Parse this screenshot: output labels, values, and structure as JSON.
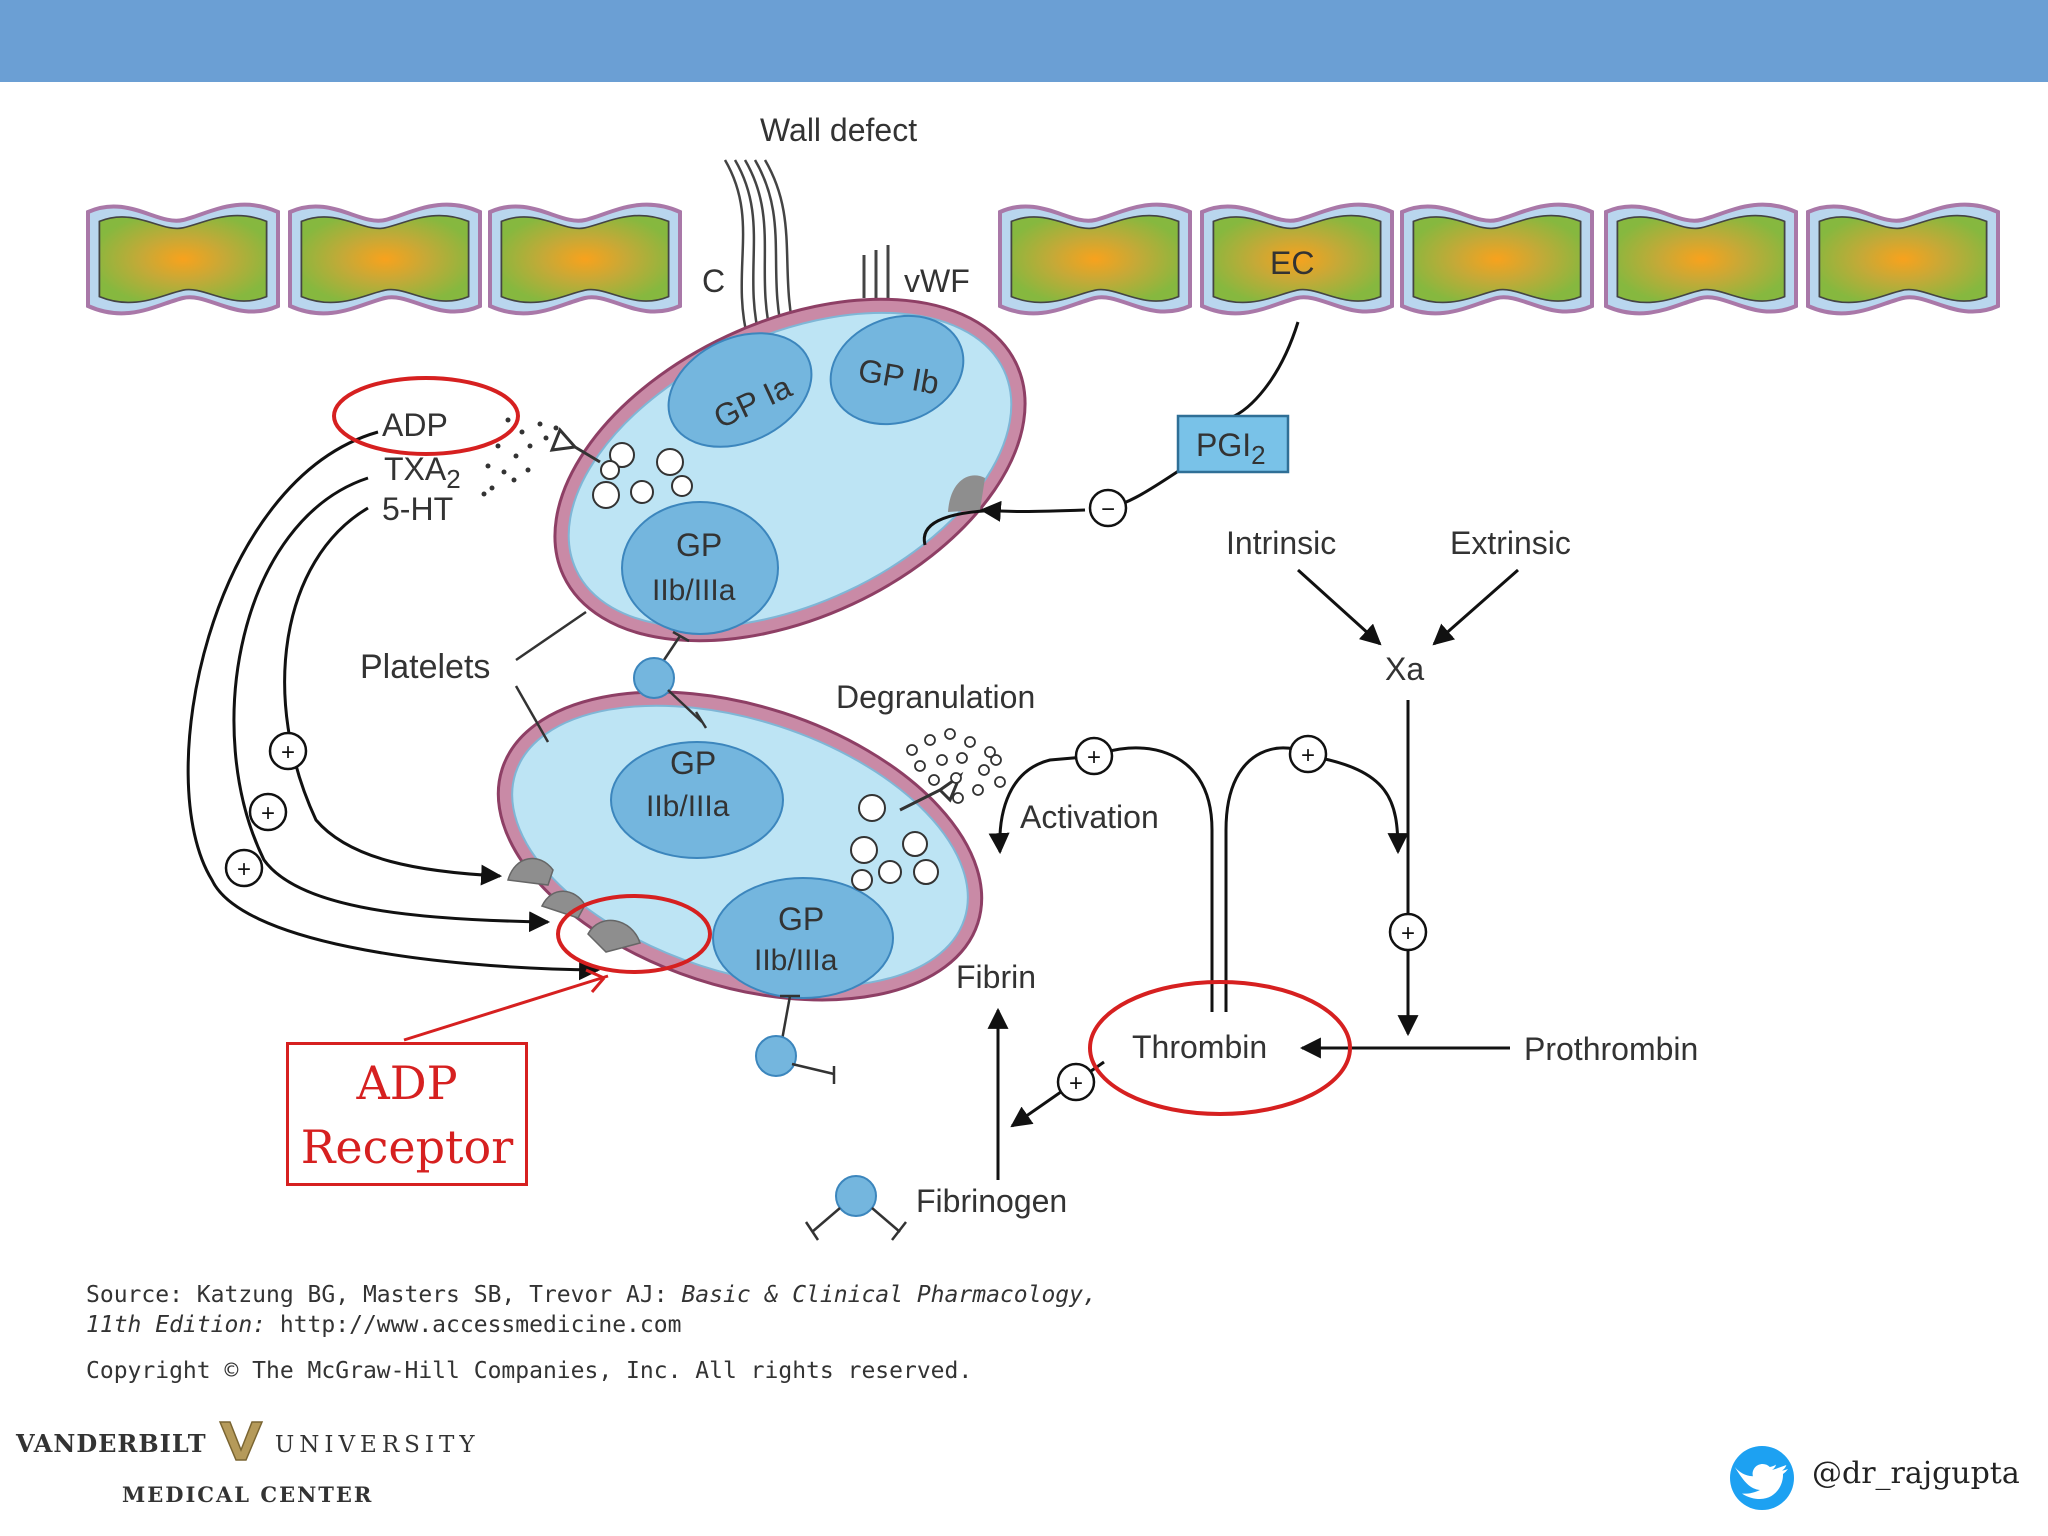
{
  "labels": {
    "wall_defect": "Wall defect",
    "c": "C",
    "vwf": "vWF",
    "ec": "EC",
    "gp_ia": "GP Ia",
    "gp_ib": "GP Ib",
    "gp": "GP",
    "iib_iiia": "IIb/IIIa",
    "adp": "ADP",
    "txa": "TXA",
    "txa_sub": "2",
    "five_ht": "5-HT",
    "pgi": "PGI",
    "pgi_sub": "2",
    "intrinsic": "Intrinsic",
    "extrinsic": "Extrinsic",
    "xa": "Xa",
    "platelets": "Platelets",
    "degranulation": "Degranulation",
    "activation": "Activation",
    "fibrin": "Fibrin",
    "thrombin": "Thrombin",
    "prothrombin": "Prothrombin",
    "fibrinogen": "Fibrinogen",
    "plus": "+",
    "minus": "−"
  },
  "annotation": {
    "line1": "ADP",
    "line2": "Receptor"
  },
  "source": {
    "line1_a": "Source: Katzung BG, Masters SB, Trevor AJ: ",
    "line1_b": "Basic & Clinical Pharmacology,",
    "line2_a": "11th Edition:",
    "line2_b": " http://www.accessmedicine.com",
    "line3": "Copyright © The McGraw-Hill Companies, Inc. All rights reserved."
  },
  "footer": {
    "logo_left": "VANDERBILT",
    "logo_right": "UNIVERSITY",
    "logo_sub": "MEDICAL CENTER",
    "twitter_handle": "@dr_rajgupta"
  },
  "colors": {
    "header_bar": "#6b9fd4",
    "annotation_red": "#d62020",
    "platelet_fill": "#bde4f4",
    "platelet_rim": "#c98aa6",
    "cell_fill": "#8fbf3f",
    "cell_nucleus": "#f6a623",
    "twitter_blue": "#1da1f2"
  }
}
